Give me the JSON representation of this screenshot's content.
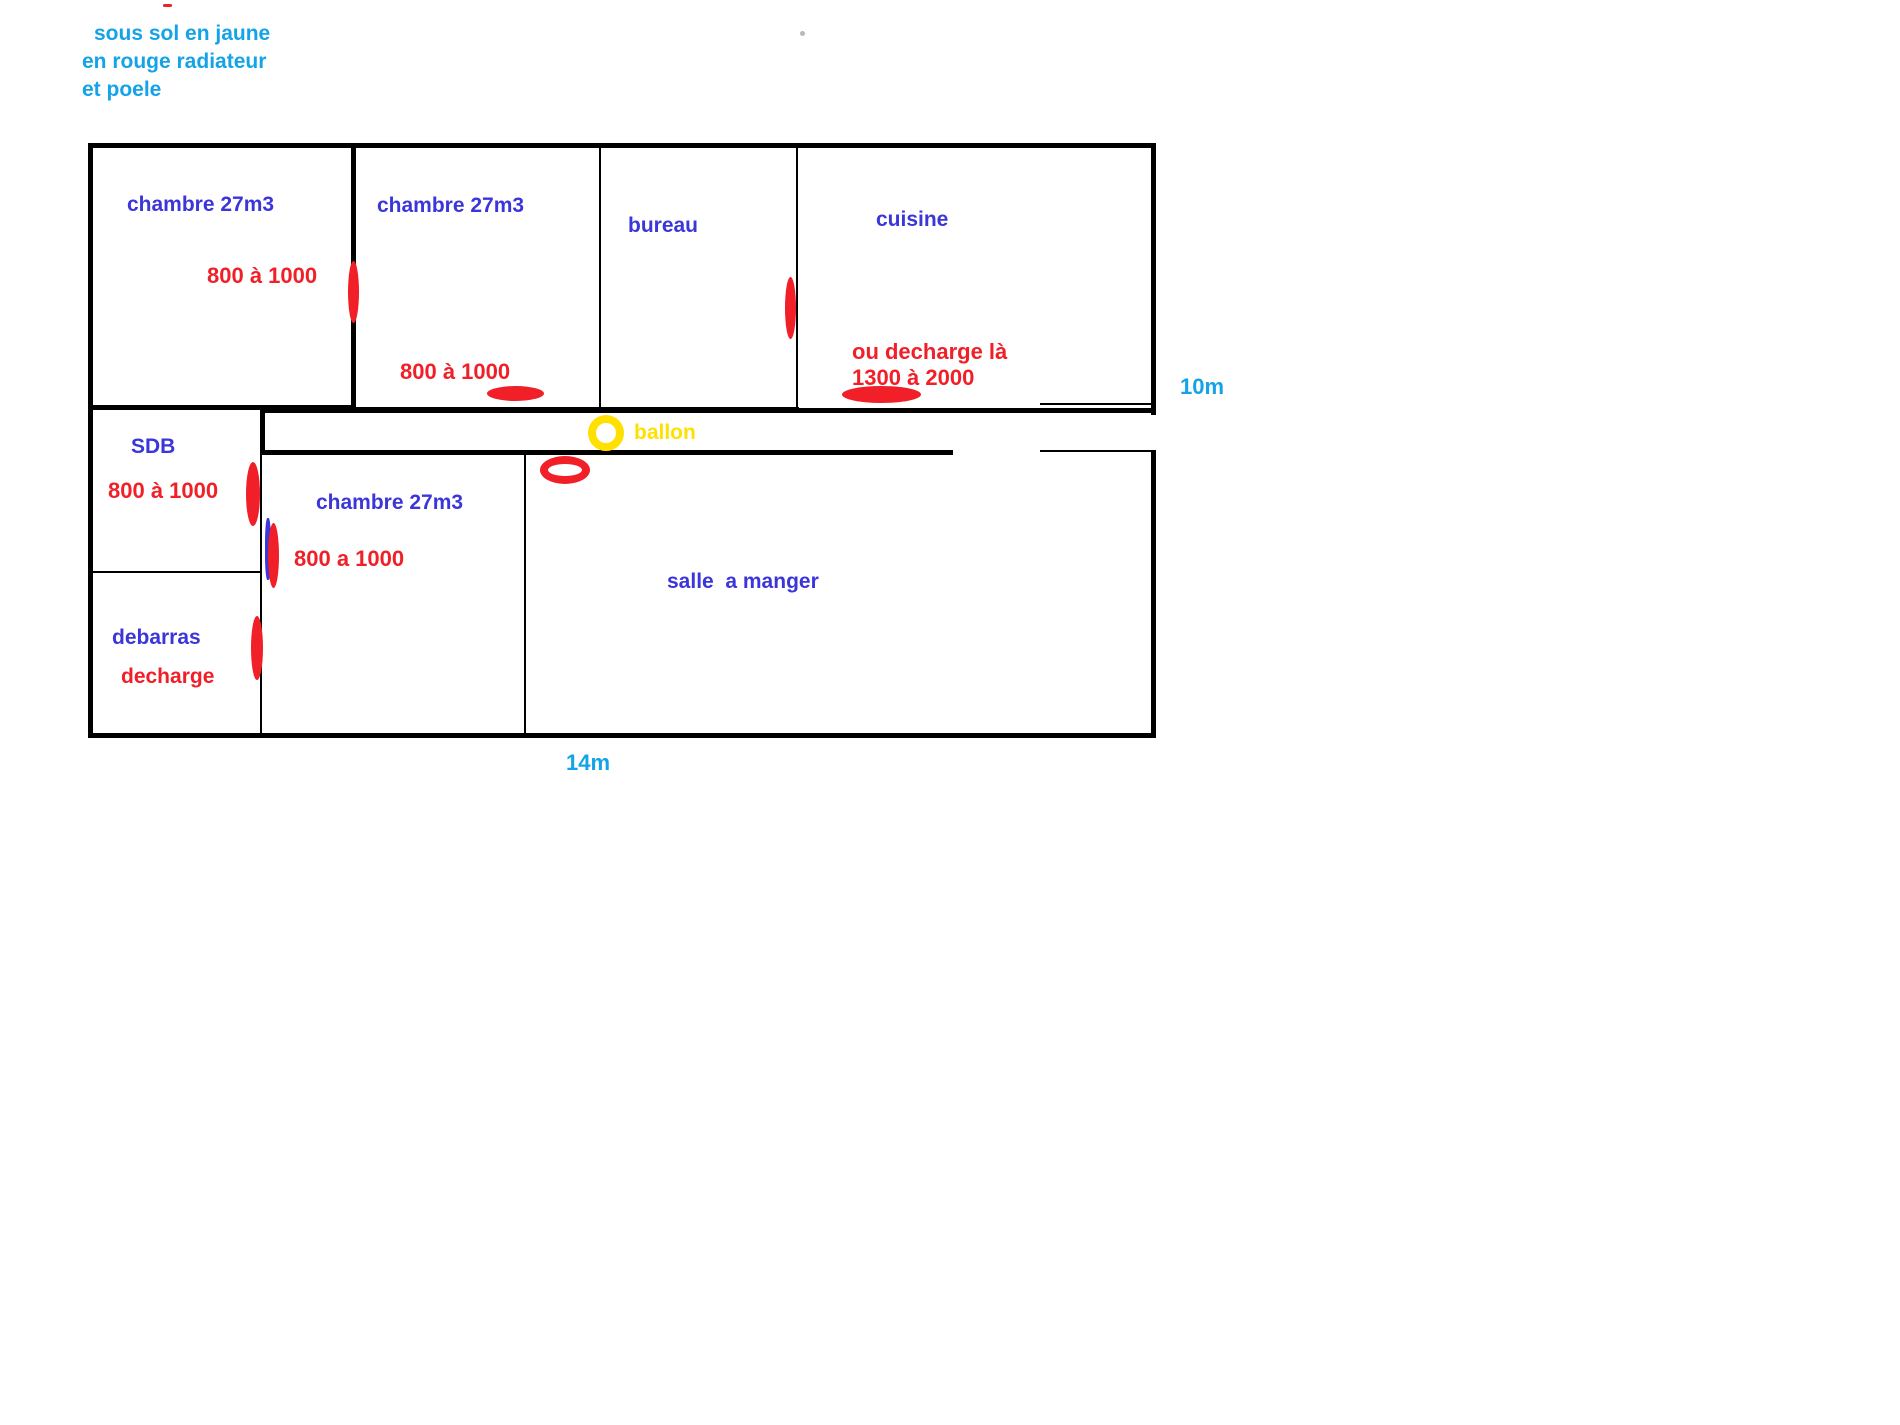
{
  "legend": {
    "line1": "sous sol en jaune",
    "line2": "en rouge radiateur",
    "line3": "et poele"
  },
  "dimensions": {
    "height_label": "10m",
    "width_label": "14m"
  },
  "rooms": [
    {
      "key": "chambre_nw",
      "label": "chambre 27m3"
    },
    {
      "key": "chambre_n2",
      "label": "chambre 27m3"
    },
    {
      "key": "bureau",
      "label": "bureau"
    },
    {
      "key": "cuisine",
      "label": "cuisine"
    },
    {
      "key": "sdb",
      "label": "SDB"
    },
    {
      "key": "chambre_sw",
      "label": "chambre 27m3"
    },
    {
      "key": "salle_a_manger",
      "label": "salle  a manger"
    },
    {
      "key": "debarras",
      "label": "debarras"
    }
  ],
  "annotations": {
    "rad_chambre_nw": "800 à 1000",
    "rad_chambre_n2": "800 à 1000",
    "decharge_line1": "ou decharge là",
    "decharge_line2": "1300 à 2000",
    "rad_sdb": "800 à 1000",
    "rad_chambre_sw": "800 a 1000",
    "decharge_debarras": "decharge",
    "ballon": "ballon"
  },
  "colors": {
    "cyan": "#14a3e8",
    "blue": "#3b36d9",
    "red": "#f01f28",
    "yellow": "#ffe000",
    "wall": "#000000"
  }
}
